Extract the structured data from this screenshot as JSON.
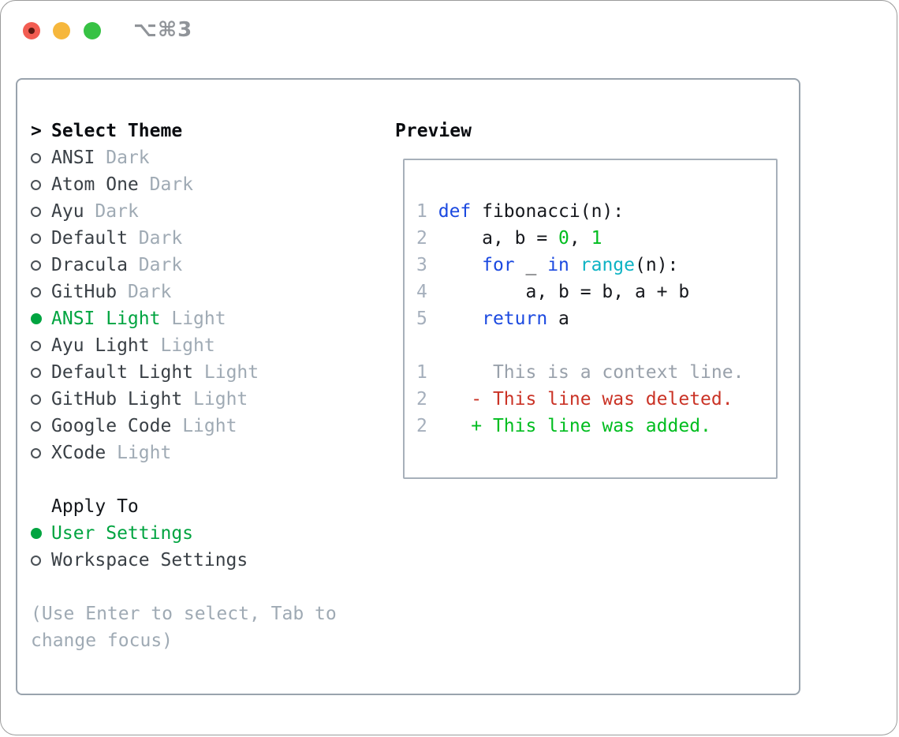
{
  "titlebar": {
    "title": "⌥⌘3"
  },
  "colors": {
    "accent_green": "#00a440",
    "keyword_blue": "#1b49e0",
    "function_cyan": "#0db3c4",
    "number_green": "#00bd1f",
    "deleted_red": "#ca3326",
    "added_green": "#00bd1f",
    "muted_gray": "#9faab4",
    "gutter_gray": "#a5afbc",
    "context_gray": "#99a1ab",
    "panel_border": "#99a3ad",
    "traffic_red": "#f25d52",
    "traffic_yellow": "#f6b73c",
    "traffic_green": "#37c244"
  },
  "select_theme": {
    "prompt": ">",
    "header": "Select Theme",
    "themes": [
      {
        "name": "ANSI",
        "variant": "Dark",
        "selected": false
      },
      {
        "name": "Atom One",
        "variant": "Dark",
        "selected": false
      },
      {
        "name": "Ayu",
        "variant": "Dark",
        "selected": false
      },
      {
        "name": "Default",
        "variant": "Dark",
        "selected": false
      },
      {
        "name": "Dracula",
        "variant": "Dark",
        "selected": false
      },
      {
        "name": "GitHub",
        "variant": "Dark",
        "selected": false
      },
      {
        "name": "ANSI Light",
        "variant": "Light",
        "selected": true
      },
      {
        "name": "Ayu Light",
        "variant": "Light",
        "selected": false
      },
      {
        "name": "Default Light",
        "variant": "Light",
        "selected": false
      },
      {
        "name": "GitHub Light",
        "variant": "Light",
        "selected": false
      },
      {
        "name": "Google Code",
        "variant": "Light",
        "selected": false
      },
      {
        "name": "XCode",
        "variant": "Light",
        "selected": false
      }
    ]
  },
  "apply_to": {
    "header": "Apply To",
    "options": [
      {
        "label": "User Settings",
        "selected": true
      },
      {
        "label": "Workspace Settings",
        "selected": false
      }
    ]
  },
  "hint": {
    "line1": "(Use Enter to select, Tab to",
    "line2": "change focus)"
  },
  "preview": {
    "header": "Preview",
    "code_lines": [
      {
        "num": "1",
        "segs": [
          [
            " ",
            "p"
          ],
          [
            "def",
            "k"
          ],
          [
            " fibonacci(n):",
            "p"
          ]
        ]
      },
      {
        "num": "2",
        "segs": [
          [
            "     a, b = ",
            "p"
          ],
          [
            "0",
            "n"
          ],
          [
            ", ",
            "p"
          ],
          [
            "1",
            "n"
          ]
        ]
      },
      {
        "num": "3",
        "segs": [
          [
            "     ",
            "p"
          ],
          [
            "for",
            "k"
          ],
          [
            " _ ",
            "p"
          ],
          [
            "in",
            "k"
          ],
          [
            " ",
            "p"
          ],
          [
            "range",
            "c"
          ],
          [
            "(n):",
            "p"
          ]
        ]
      },
      {
        "num": "4",
        "segs": [
          [
            "         a, b = b, a + b",
            "p"
          ]
        ]
      },
      {
        "num": "5",
        "segs": [
          [
            "     ",
            "p"
          ],
          [
            "return",
            "k"
          ],
          [
            " a",
            "p"
          ]
        ]
      },
      {
        "num": "",
        "segs": []
      },
      {
        "num": "1",
        "segs": [
          [
            "      This is a context line.",
            "ctx"
          ]
        ]
      },
      {
        "num": "2",
        "segs": [
          [
            "    ",
            "p"
          ],
          [
            "- This line was deleted.",
            "del"
          ]
        ]
      },
      {
        "num": "2",
        "segs": [
          [
            "    ",
            "p"
          ],
          [
            "+ This line was added.",
            "add"
          ]
        ]
      }
    ]
  }
}
